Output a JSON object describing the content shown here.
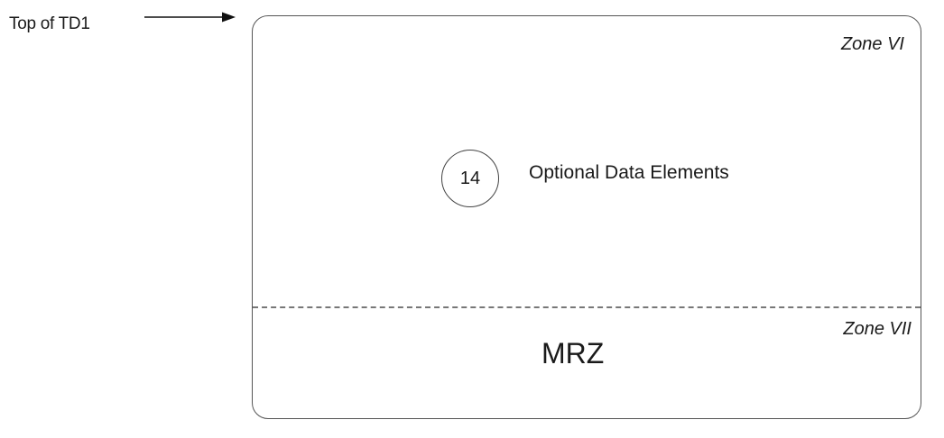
{
  "diagram": {
    "pointer_label": "Top of TD1",
    "zone_upper": "Zone VI",
    "zone_lower": "Zone VII",
    "element_number": "14",
    "element_label": "Optional Data Elements",
    "mrz_label": "MRZ"
  }
}
